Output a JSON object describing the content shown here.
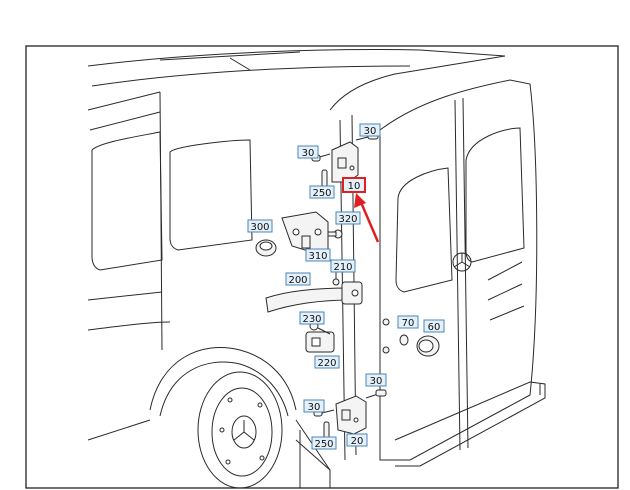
{
  "diagram": {
    "callouts": {
      "c30_top": "30",
      "c30_left_top": "30",
      "c250_top": "250",
      "c10": "10",
      "c300": "300",
      "c320": "320",
      "c310": "310",
      "c210": "210",
      "c200": "200",
      "c230": "230",
      "c220": "220",
      "c70": "70",
      "c60": "60",
      "c30_bottom_right": "30",
      "c30_bottom_left": "30",
      "c250_bottom": "250",
      "c20": "20"
    },
    "highlighted_callout": "10",
    "colors": {
      "line": "#2a2a2a",
      "callout_border": "#4a86b8",
      "callout_fill": "#e4f0fa",
      "highlight": "#e02020"
    }
  }
}
